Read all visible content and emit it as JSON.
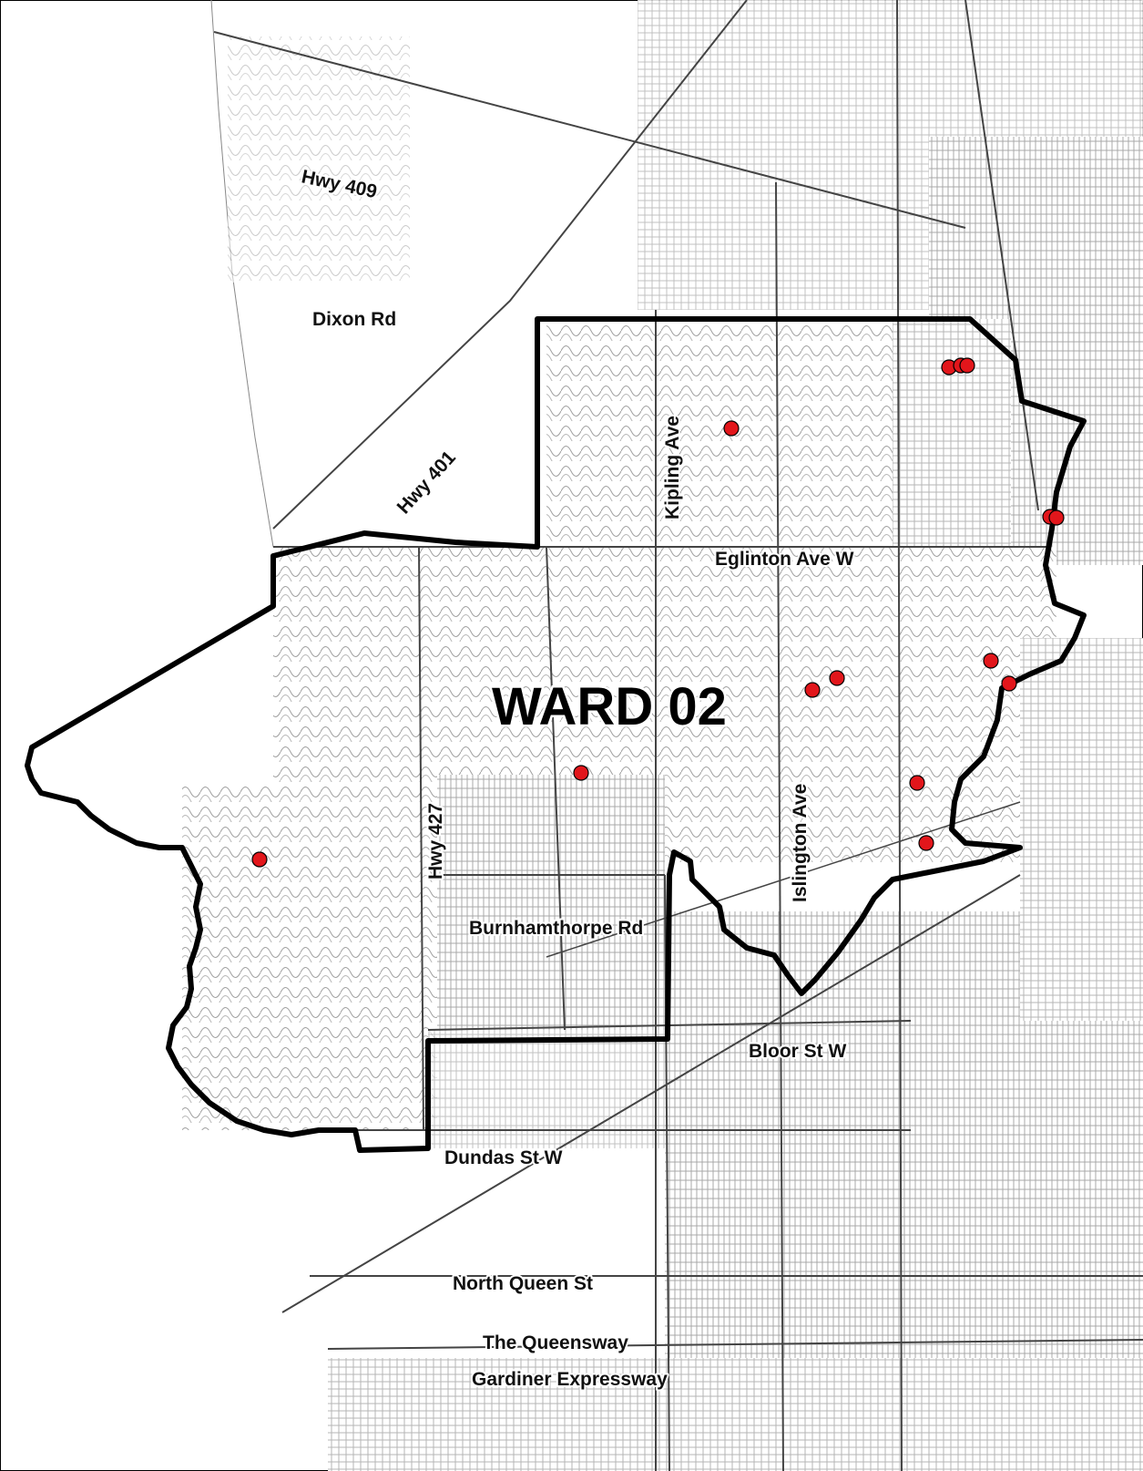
{
  "map": {
    "ward_label": "WARD 02",
    "colors": {
      "boundary": "#000000",
      "poi": "#e2161b",
      "street": "#9a9a9a",
      "background": "#ffffff",
      "dense_block": "#bdbdbd"
    },
    "road_labels": {
      "hwy409": "Hwy 409",
      "dixon": "Dixon Rd",
      "hwy401": "Hwy 401",
      "kipling": "Kipling Ave",
      "eglinton": "Eglinton Ave W",
      "hwy427": "Hwy 427",
      "islington": "Islington Ave",
      "burnhamthorpe": "Burnhamthorpe Rd",
      "bloor": "Bloor St W",
      "dundas": "Dundas St W",
      "north_queen": "North Queen St",
      "queensway": "The Queensway",
      "gardiner": "Gardiner Expressway"
    },
    "poi_marker_icon": "red-circle-marker"
  }
}
